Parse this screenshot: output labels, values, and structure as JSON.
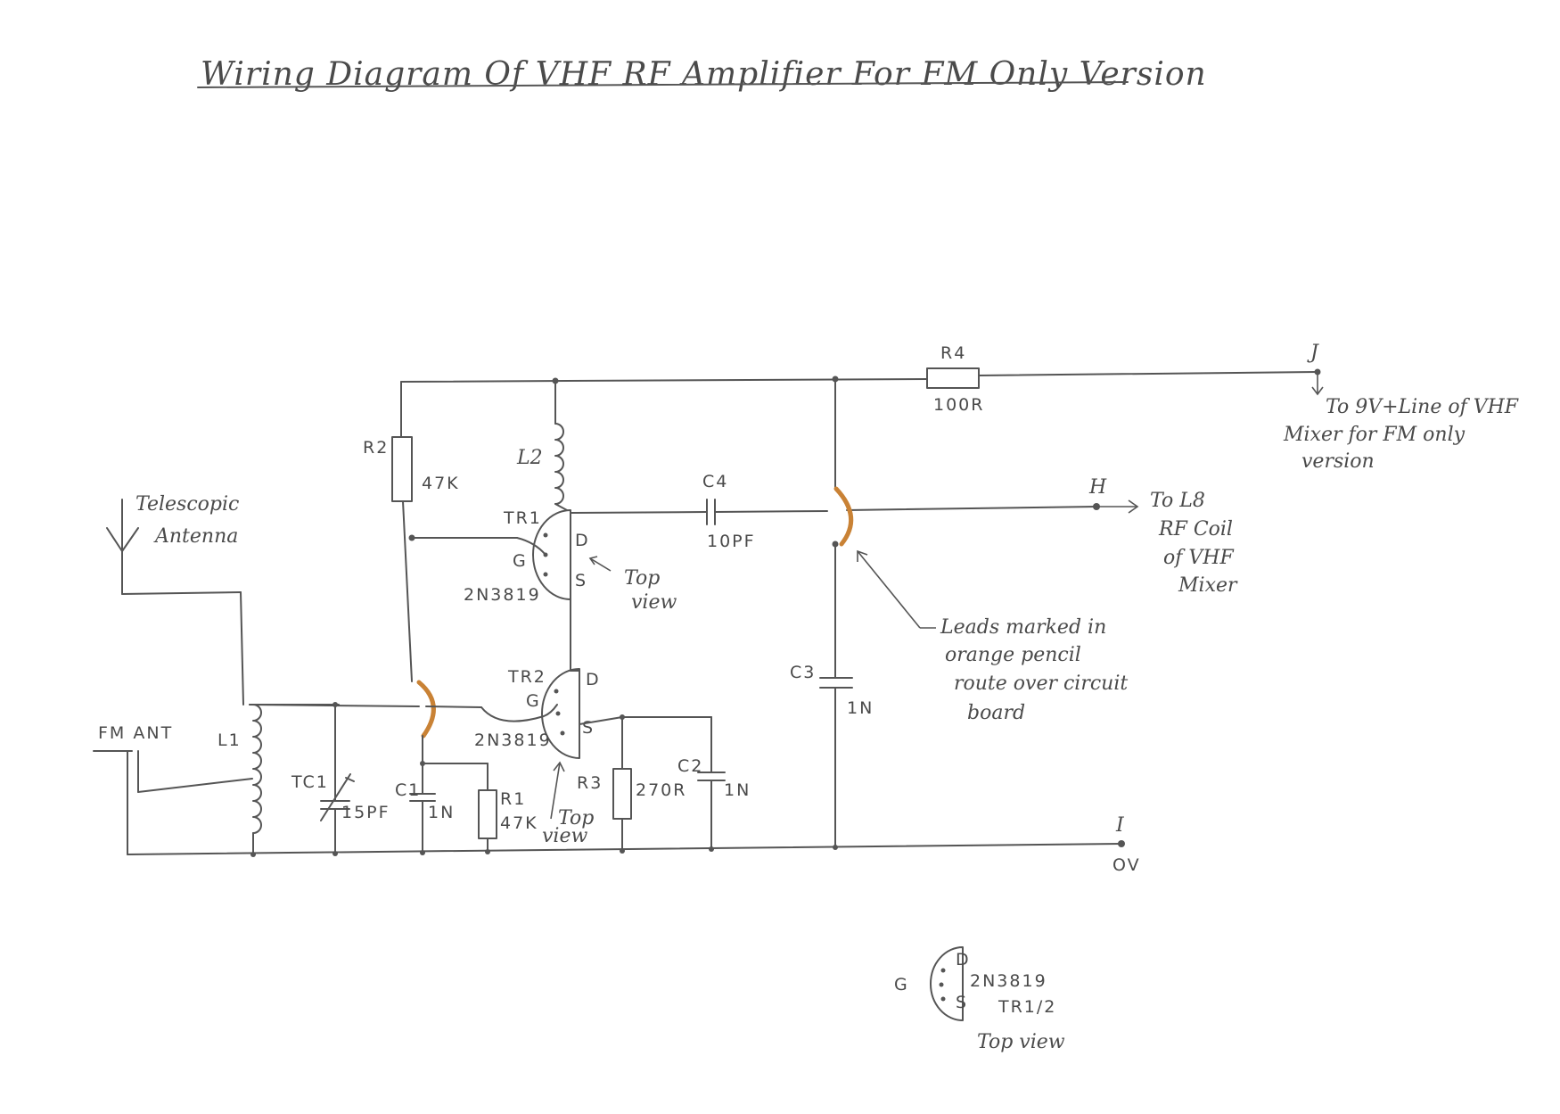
{
  "title": "Wiring Diagram Of VHF RF Amplifier For FM Only Version",
  "labels": {
    "r4": "R4",
    "r4_val": "100R",
    "r2": "R2",
    "r2_val": "47K",
    "l2": "L2",
    "c4": "C4",
    "c4_val": "10PF",
    "tr1": "TR1",
    "tr1_type": "2N3819",
    "tr1_g": "G",
    "tr1_d": "D",
    "tr1_s": "S",
    "tr1_top": "Top",
    "tr1_view": "view",
    "tr2": "TR2",
    "tr2_type": "2N3819",
    "tr2_g": "G",
    "tr2_d": "D",
    "tr2_s": "S",
    "tr2_top": "Top",
    "tr2_view": "view",
    "c3": "C3",
    "c3_val": "1N",
    "c1": "C1",
    "c1_val": "1N",
    "r1": "R1",
    "r1_val": "47K",
    "r3": "R3",
    "r3_val": "270R",
    "c2": "C2",
    "c2_val": "1N",
    "tc1": "TC1",
    "tc1_val": "15PF",
    "l1": "L1",
    "fm_ant": "FM ANT",
    "antenna_1": "Telescopic",
    "antenna_2": "Antenna",
    "j": "J",
    "h": "H",
    "i": "I",
    "ov": "OV",
    "j_note_1": "To 9V+Line of VHF",
    "j_note_2": "Mixer for FM only",
    "j_note_3": "version",
    "h_note_1": "To L8",
    "h_note_2": "RF Coil",
    "h_note_3": "of VHF",
    "h_note_4": "Mixer",
    "leads_1": "Leads marked in",
    "leads_2": "orange pencil",
    "leads_3": "route over circuit",
    "leads_4": "board",
    "key_g": "G",
    "key_d": "D",
    "key_s": "S",
    "key_type": "2N3819",
    "key_tr": "TR1/2",
    "key_view": "Top view"
  },
  "colors": {
    "ink": "#555555",
    "crossover": "#c98235",
    "paper": "#ffffff"
  }
}
